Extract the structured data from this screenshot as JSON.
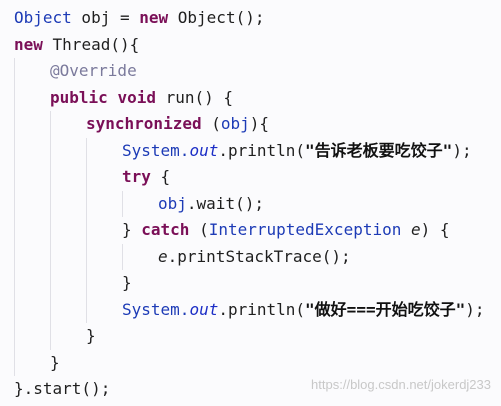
{
  "code": {
    "l1": {
      "a": "Object",
      "b": " obj = ",
      "c": "new",
      "d": " Object();"
    },
    "l2": {
      "a": "new",
      "b": " Thread(){"
    },
    "l3": {
      "a": "@Override"
    },
    "l4": {
      "a": "public",
      "b": " ",
      "c": "void",
      "d": " run() {"
    },
    "l5": {
      "a": "synchronized",
      "b": " (",
      "c": "obj",
      "d": "){"
    },
    "l6": {
      "a": "System.",
      "b": "out",
      "c": ".println(",
      "d": "\"告诉老板要吃饺子\"",
      "e": ");"
    },
    "l7": {
      "a": "try",
      "b": " {"
    },
    "l8": {
      "a": "obj",
      "b": ".wait();"
    },
    "l9": {
      "a": "} ",
      "b": "catch",
      "c": " (",
      "d": "InterruptedException",
      "e": " ",
      "f": "e",
      "g": ") {"
    },
    "l10": {
      "a": "e",
      "b": ".printStackTrace();"
    },
    "l11": {
      "a": "}"
    },
    "l12": {
      "a": "System.",
      "b": "out",
      "c": ".println(",
      "d": "\"做好===开始吃饺子\"",
      "e": ");"
    },
    "l13": {
      "a": "}"
    },
    "l14": {
      "a": "}"
    },
    "l15": {
      "a": "}.start();"
    }
  },
  "watermark": "https://blog.csdn.net/jokerdj233",
  "colors": {
    "keyword": "#7a0f57",
    "type": "#1d3bb6",
    "annotation": "#7b7a9c",
    "background": "#fbfbfd"
  }
}
